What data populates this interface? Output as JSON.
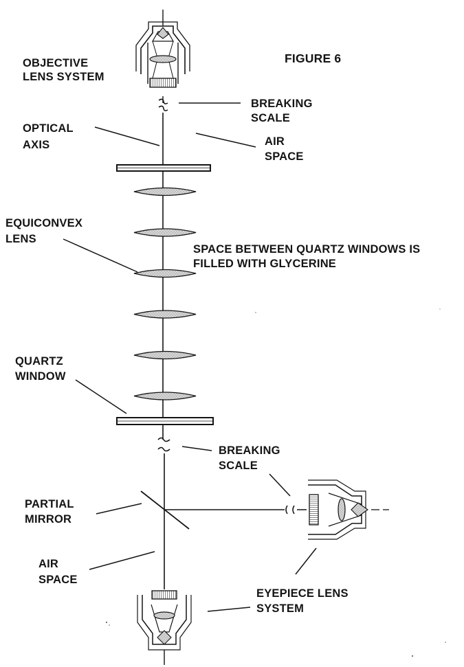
{
  "figure_title": "FIGURE 6",
  "labels": {
    "objective": [
      "OBJECTIVE",
      "LENS SYSTEM"
    ],
    "breaking_scale_top": [
      "BREAKING",
      "SCALE"
    ],
    "optical_axis": [
      "OPTICAL",
      "AXIS"
    ],
    "air_space_top": [
      "AIR",
      "SPACE"
    ],
    "equiconvex": [
      "EQUICONVEX",
      "LENS"
    ],
    "glycerine_note": [
      "SPACE BETWEEN QUARTZ WINDOWS IS",
      "FILLED WITH GLYCERINE"
    ],
    "quartz_window": [
      "QUARTZ",
      "WINDOW"
    ],
    "breaking_scale_bottom": [
      "BREAKING",
      "SCALE"
    ],
    "partial_mirror": [
      "PARTIAL",
      "MIRROR"
    ],
    "air_space_bottom": [
      "AIR",
      "SPACE"
    ],
    "eyepiece": [
      "EYEPIECE LENS",
      "SYSTEM"
    ]
  },
  "equiconvex_lens_count": 6
}
